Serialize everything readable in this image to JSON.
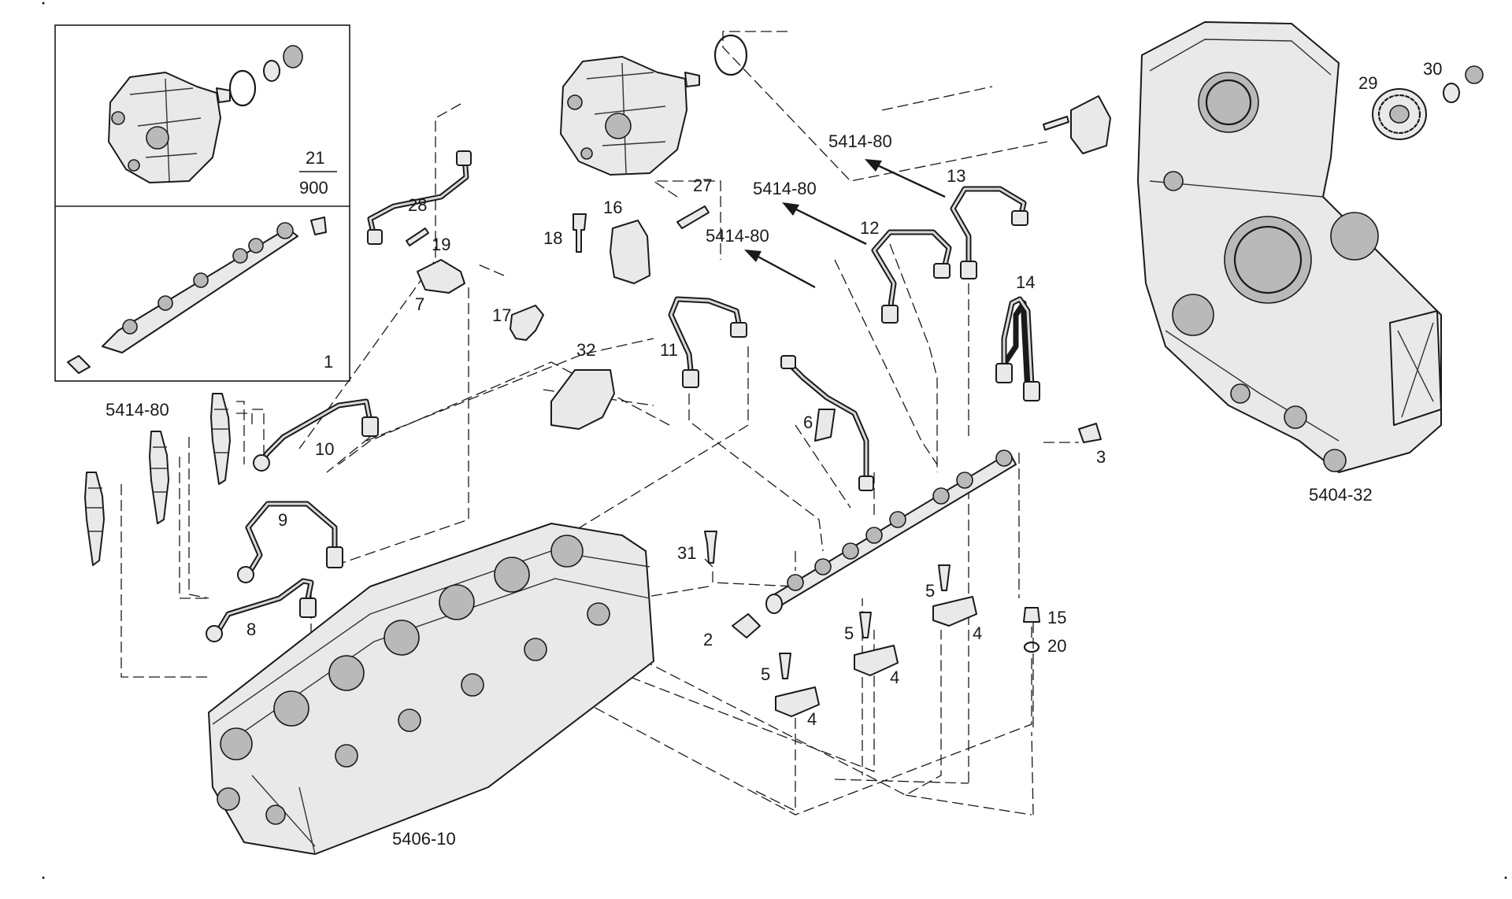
{
  "callouts": {
    "c1": "1",
    "c2": "2",
    "c3": "3",
    "c4a": "4",
    "c4b": "4",
    "c4c": "4",
    "c5a": "5",
    "c5b": "5",
    "c5c": "5",
    "c6": "6",
    "c7": "7",
    "c8": "8",
    "c9": "9",
    "c10": "10",
    "c11": "11",
    "c12": "12",
    "c13": "13",
    "c14": "14",
    "c15": "15",
    "c16": "16",
    "c17": "17",
    "c18": "18",
    "c19": "19",
    "c20": "20",
    "c21": "21",
    "c27": "27",
    "c28": "28",
    "c29": "29",
    "c30": "30",
    "c31": "31",
    "c32": "32",
    "c900": "900"
  },
  "references": {
    "r_injector_group": "5414-80",
    "r_arrow_top": "5414-80",
    "r_arrow_mid": "5414-80",
    "r_arrow_low": "5414-80",
    "r_gearcase": "5404-32",
    "r_cylinder_head": "5406-10"
  }
}
